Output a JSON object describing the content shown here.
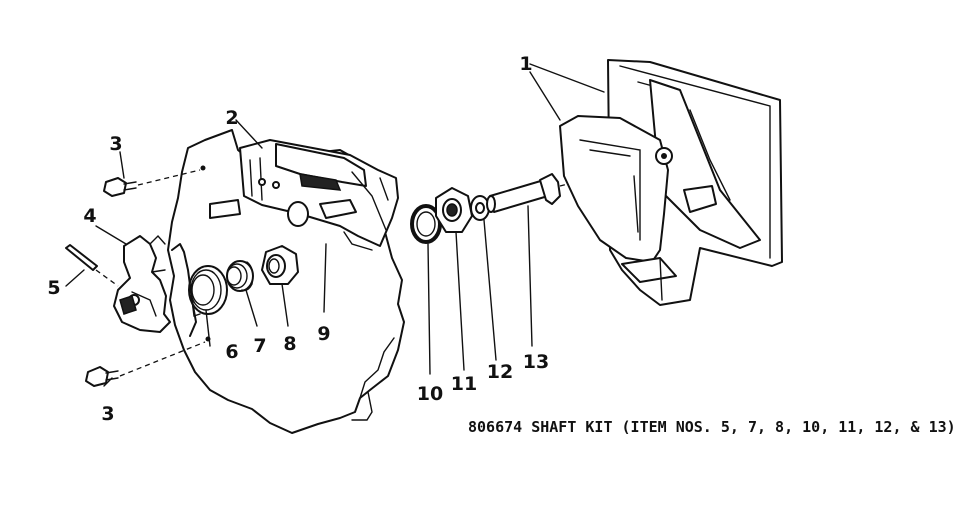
{
  "callouts": {
    "c1": "1",
    "c2": "2",
    "c3_top": "3",
    "c3_bottom": "3",
    "c4": "4",
    "c5": "5",
    "c6": "6",
    "c7": "7",
    "c8": "8",
    "c9": "9",
    "c10": "10",
    "c11": "11",
    "c12": "12",
    "c13": "13"
  },
  "caption": "806674 SHAFT KIT (ITEM NOS. 5, 7, 8, 10, 11, 12, & 13)"
}
